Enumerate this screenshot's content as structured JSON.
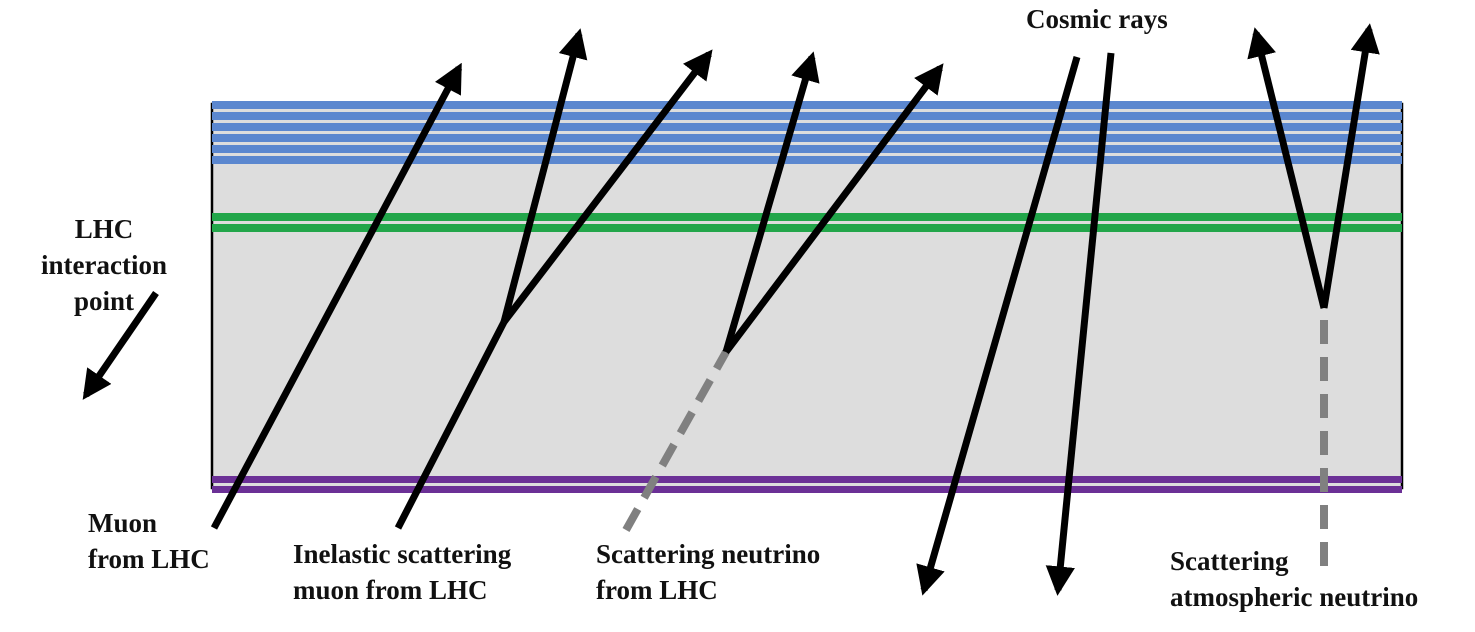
{
  "labels": {
    "lhc_ip": [
      "LHC",
      "interaction",
      "point"
    ],
    "muon": [
      "Muon",
      "from LHC"
    ],
    "inelastic": [
      "Inelastic scattering",
      "muon from LHC"
    ],
    "neutrino": [
      "Scattering neutrino",
      "from LHC"
    ],
    "cosmic": "Cosmic rays",
    "atmospheric": [
      "Scattering",
      "atmospheric neutrino"
    ]
  },
  "colors": {
    "detector_fill": "#dddddd",
    "top_stations": "#5b87cf",
    "middle_station": "#22a64a",
    "bottom_station": "#6b3096",
    "track": "#000000",
    "neutrino_dashed": "#808080"
  },
  "icons": {
    "arrow": "arrowhead-icon"
  }
}
